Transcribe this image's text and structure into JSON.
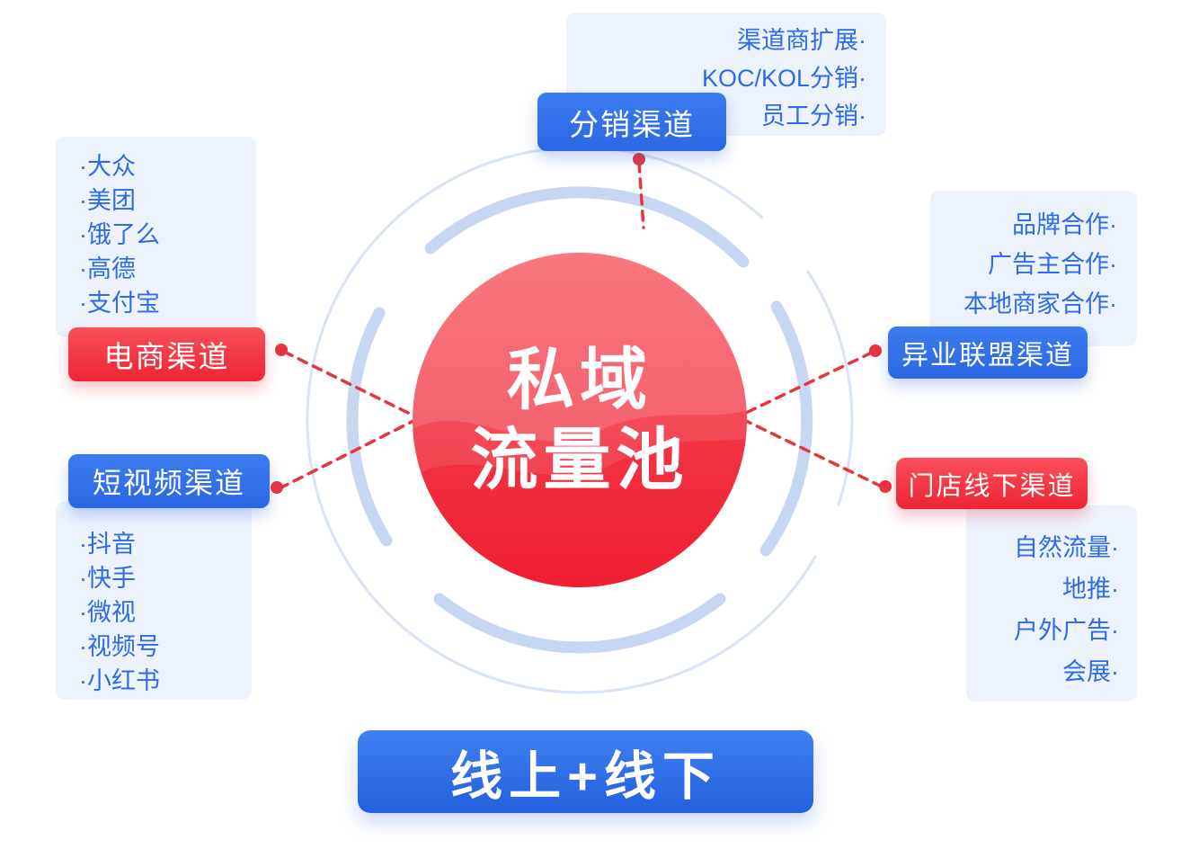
{
  "center": {
    "title_line1": "私域",
    "title_line2": "流量池"
  },
  "banner": {
    "label": "线上+线下"
  },
  "channels": {
    "distribution": {
      "label": "分销渠道",
      "items": [
        "渠道商扩展·",
        "KOC/KOL分销·",
        "员工分销·"
      ]
    },
    "ecommerce": {
      "label": "电商渠道",
      "items": [
        "·大众",
        "·美团",
        "·饿了么",
        "·高德",
        "·支付宝"
      ]
    },
    "short_video": {
      "label": "短视频渠道",
      "items": [
        "·抖音",
        "·快手",
        "·微视",
        "·视频号",
        "·小红书"
      ]
    },
    "alliance": {
      "label": "异业联盟渠道",
      "items": [
        "品牌合作·",
        "广告主合作·",
        "本地商家合作·"
      ]
    },
    "offline_store": {
      "label": "门店线下渠道",
      "items": [
        "自然流量·",
        "地推·",
        "户外广告·",
        "会展·"
      ]
    }
  },
  "colors": {
    "blue": "#2b67e4",
    "red": "#ef2434",
    "panel_bg": "#edf3fd",
    "panel_text": "#2e6be6",
    "ring_inner": "#c7d7f1",
    "ring_outer": "#d8e3f6",
    "connector": "#e8343f",
    "center_red_top": "#f7505a",
    "center_red_bottom": "#ee1e2f"
  }
}
